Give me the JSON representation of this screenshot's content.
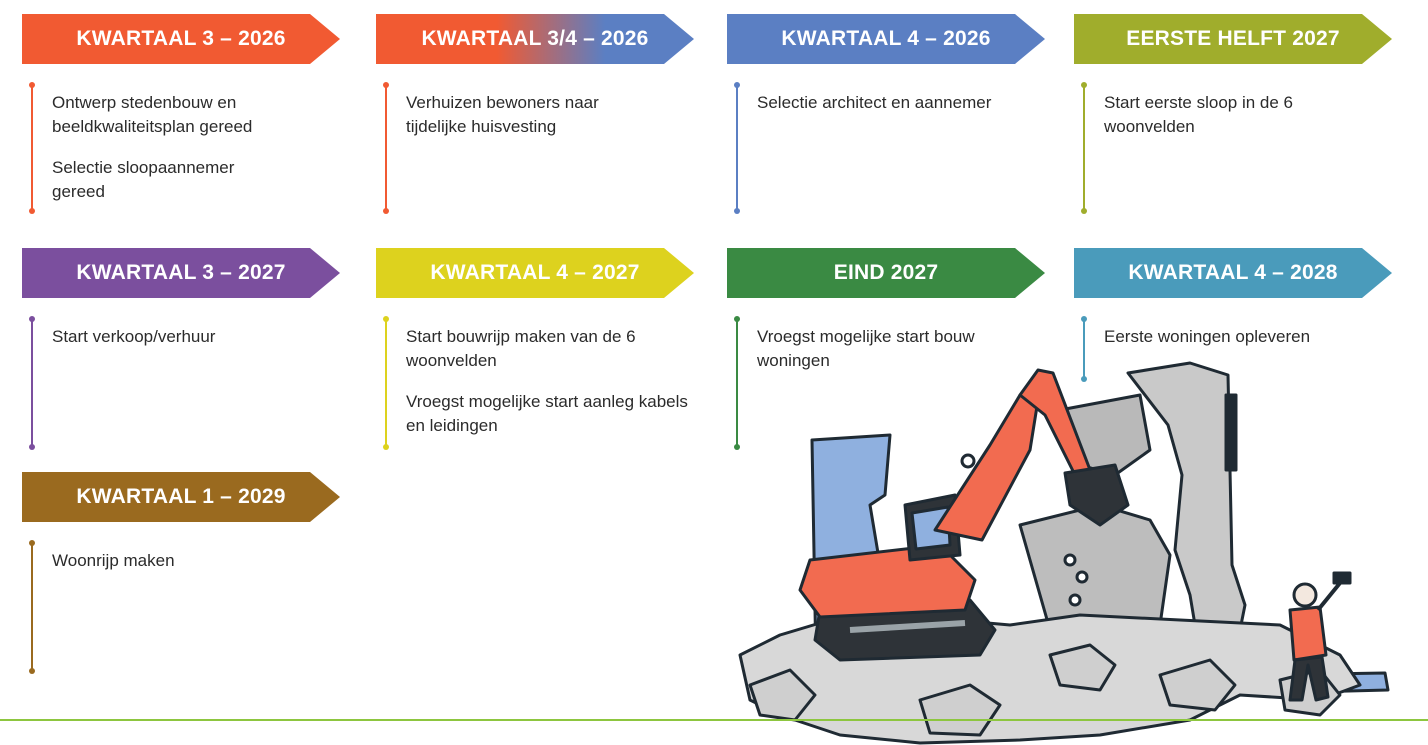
{
  "milestones": [
    {
      "id": "k3-2026",
      "title": "KWARTAAL 3 – 2026",
      "color": "#f15a32",
      "items": [
        "Ontwerp stedenbouw en beeldkwaliteitsplan gereed",
        "Selectie sloopaannemer gereed"
      ]
    },
    {
      "id": "k34-2026",
      "title": "KWARTAAL 3/4 – 2026",
      "color": "#f15a32",
      "color2": "#5b7fc3",
      "items": [
        "Verhuizen bewoners naar tijdelijke huisvesting"
      ]
    },
    {
      "id": "k4-2026",
      "title": "KWARTAAL 4 – 2026",
      "color": "#5b7fc3",
      "items": [
        "Selectie architect en aannemer"
      ]
    },
    {
      "id": "h1-2027",
      "title": "EERSTE HELFT 2027",
      "color": "#a0ad2c",
      "items": [
        "Start eerste sloop in de 6 woonvelden"
      ]
    },
    {
      "id": "k3-2027",
      "title": "KWARTAAL 3 – 2027",
      "color": "#7b4f9e",
      "items": [
        "Start verkoop/verhuur"
      ]
    },
    {
      "id": "k4-2027",
      "title": "KWARTAAL 4 – 2027",
      "color": "#ddd21e",
      "items": [
        "Start bouwrijp maken van de 6 woonvelden",
        "Vroegst mogelijke start aanleg kabels en leidingen"
      ]
    },
    {
      "id": "eind-2027",
      "title": "EIND 2027",
      "color": "#3a8a43",
      "items": [
        "Vroegst mogelijke start bouw woningen"
      ]
    },
    {
      "id": "k4-2028",
      "title": "KWARTAAL 4 – 2028",
      "color": "#4a9bbb",
      "items": [
        "Eerste woningen opleveren"
      ]
    },
    {
      "id": "k1-2029",
      "title": "KWARTAAL 1 – 2029",
      "color": "#9a6a1f",
      "items": [
        "Woonrijp maken"
      ]
    }
  ],
  "colors": {
    "rule": "#8dc63f",
    "excavator": "#f26b50",
    "rubble": "#d8d8d8",
    "wall": "#c9c9c9",
    "sky_panels": "#8fb0df"
  },
  "illustration": {
    "name": "demolition-excavator-illustration"
  }
}
